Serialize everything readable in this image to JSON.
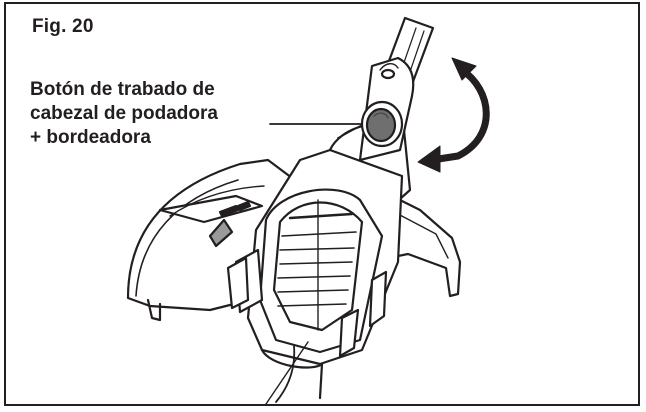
{
  "figure": {
    "label": "Fig. 20",
    "callout": {
      "line1": "Botón de trabado de",
      "line2": "cabezal de podadora",
      "line3": "+ bordeadora"
    }
  },
  "icons": {
    "rotation": "curved-double-arrow-icon",
    "lock_button": "round-button-icon"
  },
  "colors": {
    "ink": "#231f20",
    "fill_light": "#ffffff",
    "shade": "#9a9a9a",
    "button_fill": "#6f6f6f"
  }
}
